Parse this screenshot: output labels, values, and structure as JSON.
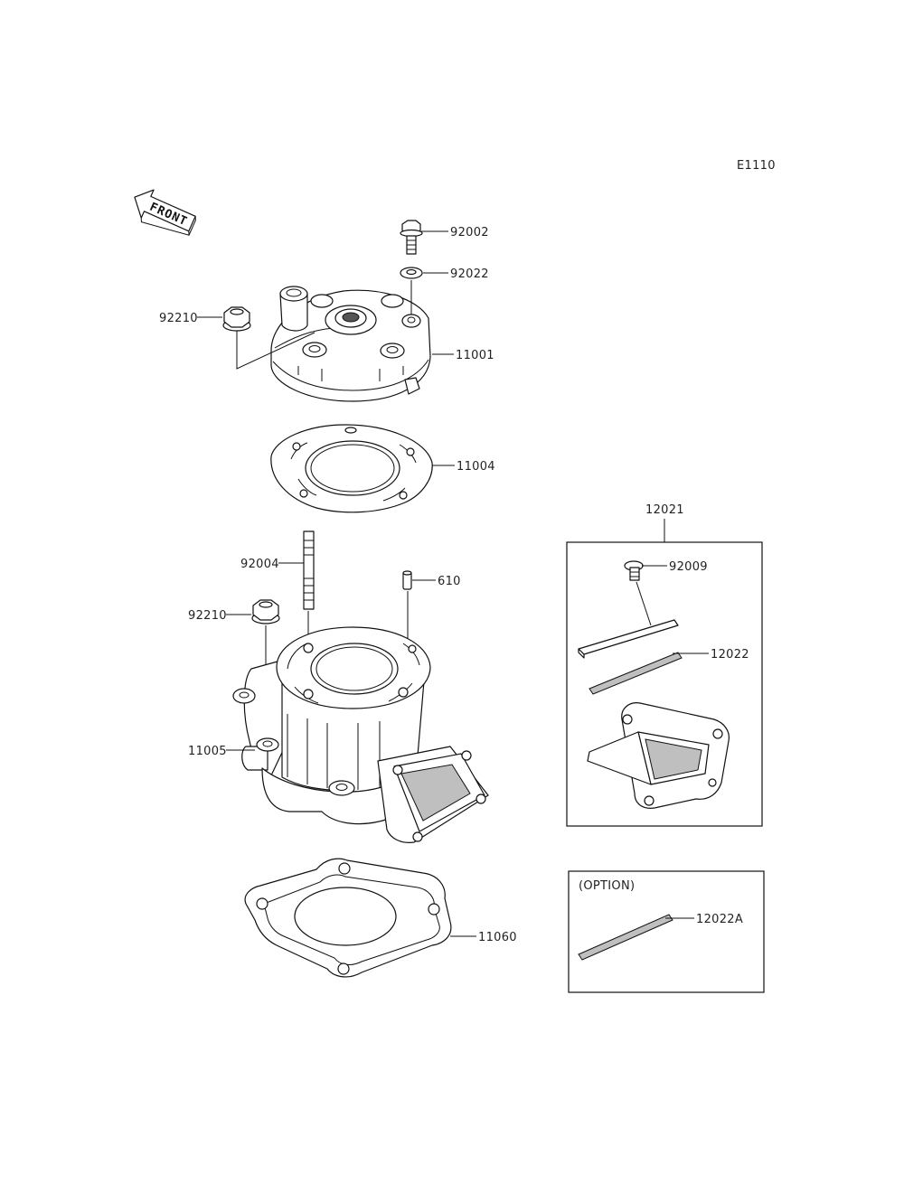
{
  "diagram_code": "E1110",
  "front_label": "FRONT",
  "callouts": {
    "bolt_top": "92002",
    "washer_top": "92022",
    "nut_left_upper": "92210",
    "cylinder_head": "11001",
    "head_gasket": "11004",
    "stud": "92004",
    "dowel_pin": "610",
    "nut_left_lower": "92210",
    "cylinder": "11005",
    "base_gasket": "11060"
  },
  "reed_box": {
    "assembly_label": "12021",
    "screw_label": "92009",
    "reed_label": "12022"
  },
  "option_box": {
    "title": "(OPTION)",
    "reed_label": "12022A"
  }
}
